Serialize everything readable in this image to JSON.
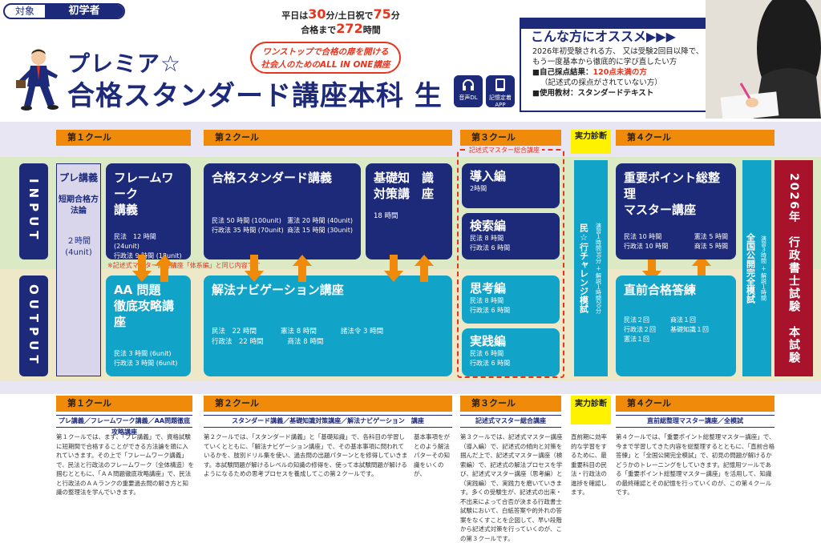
{
  "header": {
    "target_label": "対象",
    "target_value": "初学者",
    "hours_line1_pre": "平日は",
    "hours_line1_num1": "30",
    "hours_line1_mid": "分/土日祝で",
    "hours_line1_num2": "75",
    "hours_line1_post": "分",
    "hours_line2_pre": "合格まで",
    "hours_line2_num": "272",
    "hours_line2_post": "時間",
    "catch_line1": "ワンストップで合格の扉を開ける",
    "catch_line2": "社会人のためのALL IN ONE講座",
    "title_line1": "プレミア☆",
    "title_line2": "合格スタンダード講座本科 生",
    "badge1": "音声DL",
    "badge2": "記憶定着APP"
  },
  "recommend": {
    "title": "こんな方にオススメ▶▶▶",
    "line1": "2026年初受験される方、 又は受験2回目以降で、",
    "line2": "もう一度基本から徹底的に学び直したい方",
    "line3_pre": "■自己採点結果：",
    "line3_red": "120点未満の方",
    "line4": "（記述式の採点がされていない方）",
    "line5": "■使用教材：スタンダードテキスト"
  },
  "schedule": {
    "cour1": "第１クール",
    "cour2": "第２クール",
    "cour3": "第３クール",
    "jitsu": "実力診断",
    "cour4": "第４クール",
    "input_label": "INPUT",
    "output_label": "OUTPUT",
    "pre": {
      "title": "プレ講義",
      "sub": "短期合格方法論",
      "hours": "２時間",
      "unit": "(4unit)"
    },
    "framework": {
      "title1": "フレームワーク",
      "title2": "講義",
      "l1": "民法　12 時間 (24unit)",
      "l2": "行政法 9 時間 (18unit)"
    },
    "standard": {
      "title": "合格スタンダード講義",
      "l1a": "民法 50 時間 (100unit)",
      "l1b": "憲法 20 時間 (40unit)",
      "l2a": "行政法 35 時間 (70unit)",
      "l2b": "商法 15 時間 (30unit)"
    },
    "kiso": {
      "title1": "基礎知　識",
      "title2": "対策講　座",
      "hours": "18 時間"
    },
    "aa": {
      "title1": "AA 問題",
      "title2": "徹底攻略講座",
      "l1": "民法 3 時間 (6unit)",
      "l2": "行政法 3 時間 (6unit)"
    },
    "navi": {
      "title": "解法ナビゲーション講座",
      "l1a": "民法　22 時間",
      "l1b": "憲法 8 時間",
      "l1c": "諸法令 3 時間",
      "l2a": "行政法　22 時間",
      "l2b": "商法 8 時間"
    },
    "note_red": "※記述式マスター総合講座「体系編」と同じ内容です",
    "dash_label": "記述式マスター総合講座",
    "intro": {
      "title": "導入編",
      "hours": "2時間"
    },
    "kensaku": {
      "title": "検索編",
      "l1": "民法 8 時間",
      "l2": "行政法 6 時間"
    },
    "shiko": {
      "title": "思考編",
      "l1": "民法 8 時間",
      "l2": "行政法 6 時間"
    },
    "jissen": {
      "title": "実践編",
      "l1": "民法 6 時間",
      "l2": "行政法 6 時間"
    },
    "min_mock": "民☆行チャレンジ模試",
    "min_mock_sub": "演習１時間30分 ＋ 解説１時間20分",
    "juyo": {
      "title1": "重要ポイント総整理",
      "title2": "マスター講座",
      "l1a": "民法 10 時間",
      "l1b": "憲法 5 時間",
      "l2a": "行政法 10 時間",
      "l2b": "商法 5 時間"
    },
    "chokuzen": {
      "title": "直前合格答練",
      "l1a": "民法２回",
      "l1b": "商法１回",
      "l2a": "行政法２回",
      "l2b": "基礎知識１回",
      "l3": "憲法１回"
    },
    "zenkoku": "全国公開完全模試",
    "zenkoku_sub": "演習３時間 ＋ 解説１時間",
    "exam": "2026年　行政書士試験　本試験"
  },
  "descriptions": {
    "c1_head": "第１クール",
    "c1_sub": "プレ講義／フレームワーク講義／AA問題徹底攻略講座",
    "c1_text": "第１クールでは、まず、「プレ講義」で、資格試験に短期間で合格することができる方法論を頭に入れていきます。その上で「フレームワーク講義」で、民法と行政法のフレームワーク（全体構造）を掴むとともに、「ＡＡ問題徹底攻略講座」で、民法と行政法のＡＡランクの重要過去問の解き方と知識の整理法を学んでいきます。",
    "c2_head": "第２クール",
    "c2_sub": "スタンダード講義／基礎知識対策講座／解法ナビゲーション　講座",
    "c2_text": "第２クールでは、「スタンダード講義」と「基礎知識」で、各科目の学習していくとともに、「解法ナビゲーション講座」で、その基本事項に問われているかを、肢別ドリル集を使い、過去問の出題パターンとを修得していきます。本試験問題が解けるレベルの知識の修得を、使って本試験問題が解けるようになるための思考プロセスを養成してこの第２クールです。",
    "c2_text2": "基本事項をがとのよう解法パターその知識をいくのが、",
    "c3_head": "第３クール",
    "c3_sub": "記述式マスター総合講座",
    "c3_text": "第３クールでは、記述式マスター講座（導入編）で、記述式の傾向と対策を掴んだ上で、記述式マスター講座（検索編）で、記述式の解法プロセスを学び、記述式マスター講座（思考編）と（実践編）で、実践力を磨いていきます。多くの受験生が、記述式の出来・不出来によって合否が決まる行政書士試験において、白紙答案や的外れの答案をなくすことを企図して、早い段階から記述式対策を行っていくのが、この第３クールです。",
    "jitsu_head": "実力診断",
    "jitsu_text": "直前期に効率的な学習をするために、最重要科目の民法・行政法の進捗を確認します。",
    "c4_head": "第４クール",
    "c4_sub": "直前総整理マスター講座／全模試",
    "c4_text": "第４クールでは、「重要ポイント総整理マスター講座」で、今まで学習してきた内容を総整理するとともに、「直前合格答練」と「全国公開完全模試」で、初見の問題が解けるかどうかのトレーニングをしていきます。記憶用ツールである「重要ポイント総整理マスター講座」を活用して、知識の最終確認とその記憶を行っていくのが、この第４クールです。"
  }
}
